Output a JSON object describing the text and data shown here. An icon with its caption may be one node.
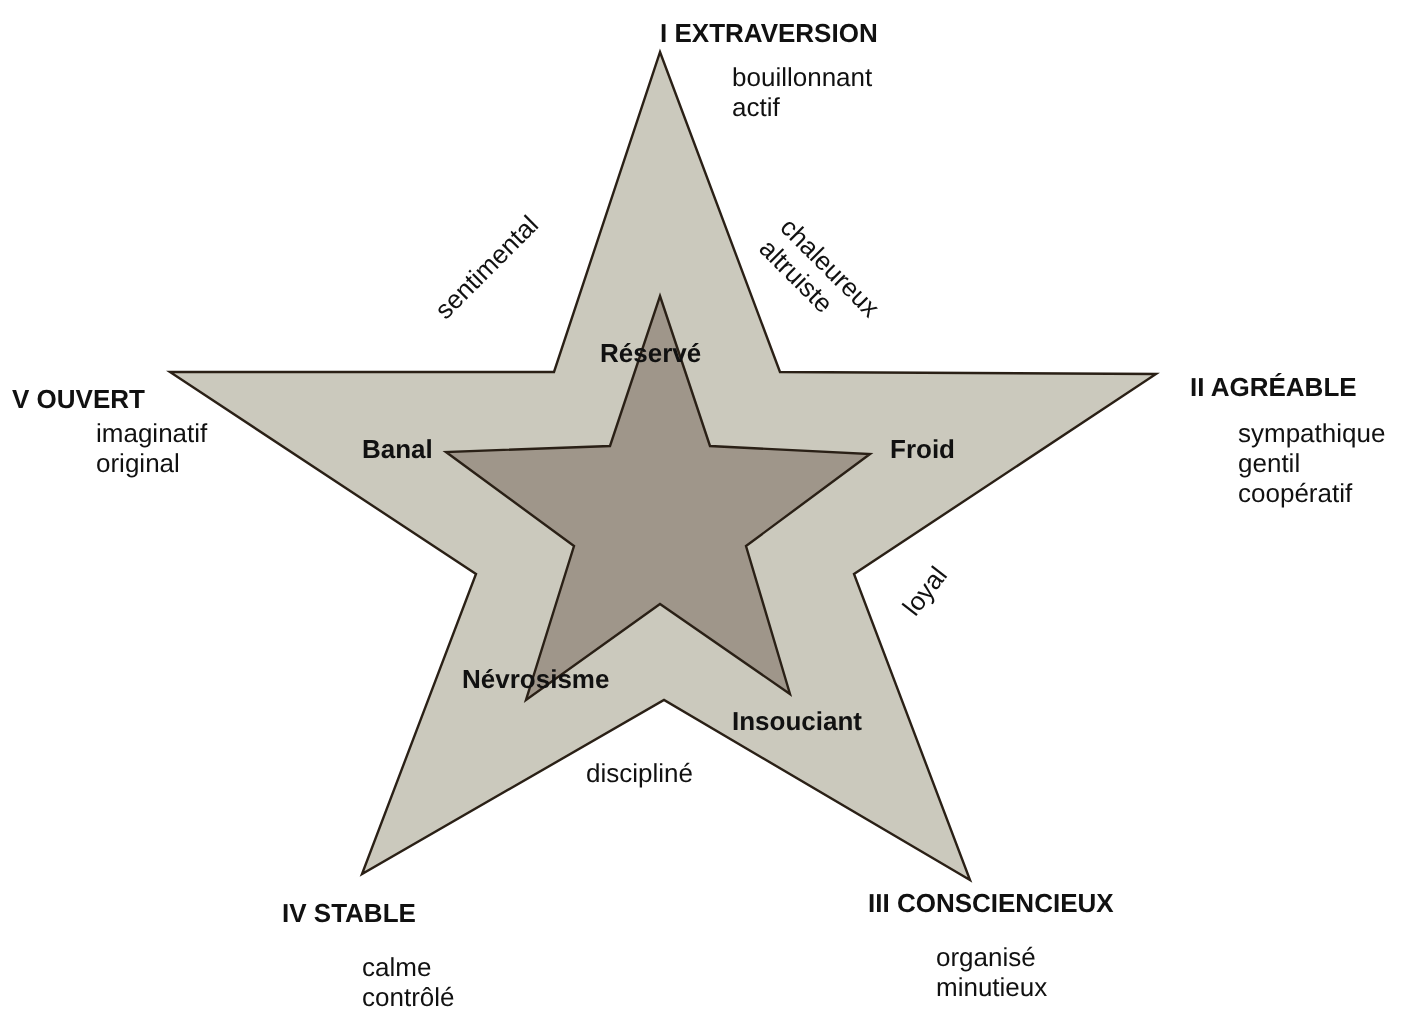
{
  "diagram": {
    "nodes": [
      {
        "text": [],
        "shape": "star"
      },
      {
        "text": [],
        "shape": "star",
        "in": 0,
        "beside": [
          "Banal",
          "Froid",
          "Insouciant"
        ]
      }
    ],
    "labels": [
      "I EXTRAVERSION",
      "bouillonnant actif",
      "sentimental",
      "chaleureux altruiste",
      "Réservé",
      "V OUVERT",
      "imaginatif original",
      "II AGRÉABLE",
      "sympathique gentil coopératif",
      "loyal",
      "Névrosisme",
      "discipliné",
      "IV STABLE",
      "calme contrôlé",
      "III CONSCIENCIEUX",
      "organisé minutieux"
    ]
  }
}
